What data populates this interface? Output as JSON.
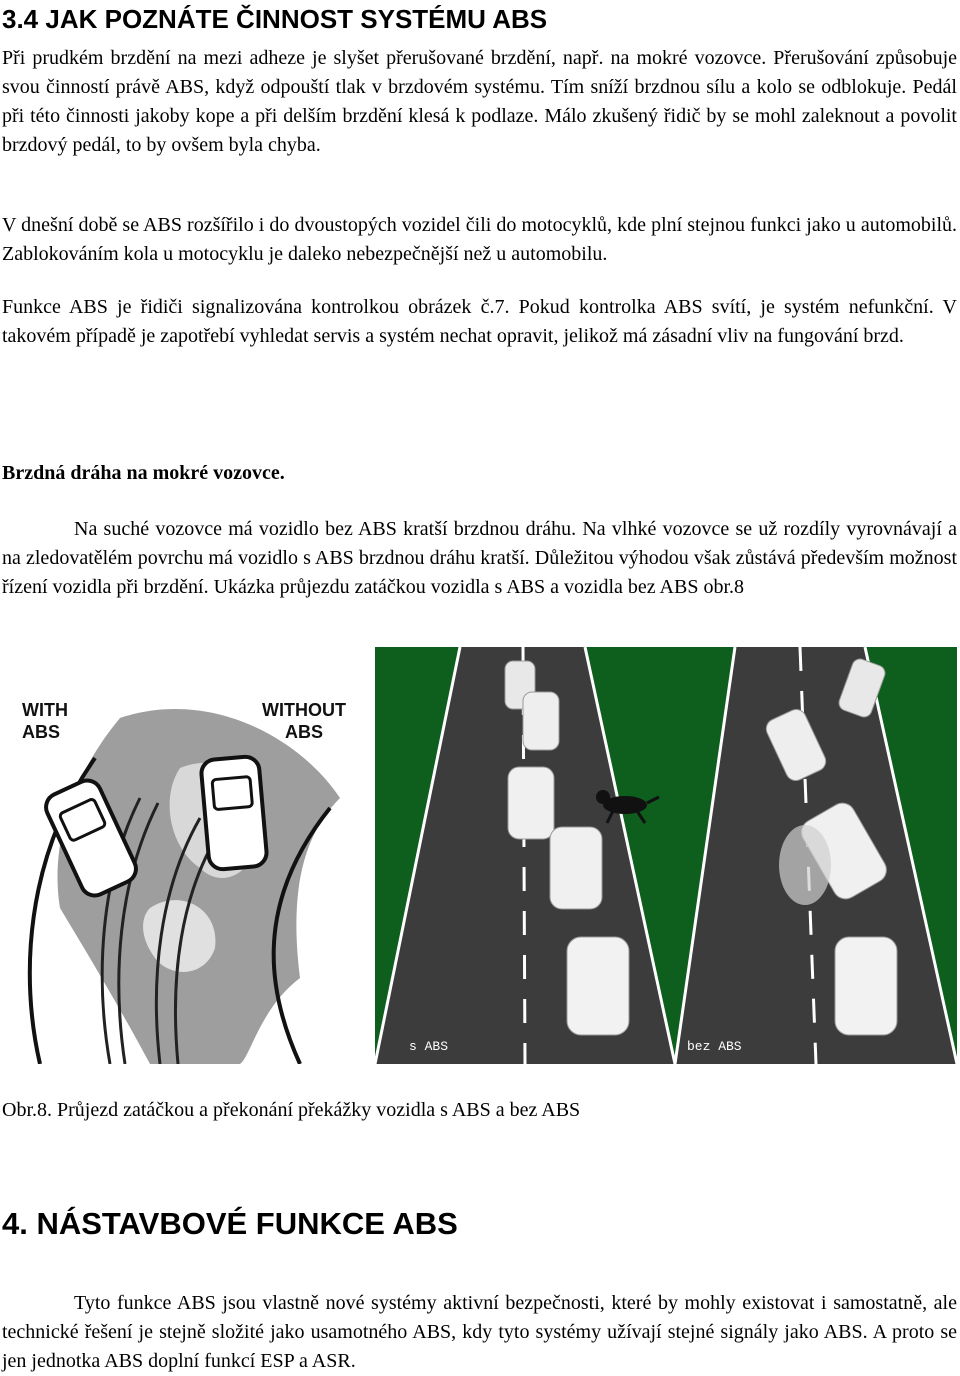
{
  "section_title": "3.4 JAK POZNÁTE ČINNOST SYSTÉMU ABS",
  "para1": "Při prudkém brzdění na mezi adheze je slyšet přerušované brzdění, např. na mokré vozovce. Přerušování způsobuje svou činností právě ABS, když odpouští tlak v brzdovém systému. Tím sníží brzdnou sílu a kolo se odblokuje. Pedál při této činnosti jakoby kope a při delším brzdění klesá k podlaze. Málo zkušený řidič by se mohl zaleknout a povolit brzdový pedál, to by ovšem byla chyba.",
  "para2": "V dnešní době se ABS rozšířilo i do dvoustopých vozidel čili do motocyklů, kde plní stejnou funkci jako u automobilů. Zablokováním kola u motocyklu je daleko nebezpečnější než u automobilu.",
  "para3": "Funkce ABS je řidiči signalizována kontrolkou obrázek č.7. Pokud kontrolka ABS svítí, je systém nefunkční. V takovém případě je zapotřebí vyhledat servis a systém nechat opravit, jelikož má zásadní vliv na fungování brzd.",
  "subheading": "Brzdná dráha na mokré vozovce.",
  "para4": "Na suché vozovce má vozidlo bez ABS kratší brzdnou dráhu. Na vlhké vozovce se už rozdíly vyrovnávají a na zledovatělém povrchu má vozidlo s ABS brzdnou dráhu kratší. Důležitou výhodou však zůstává především možnost řízení vozidla při brzdění. Ukázka průjezdu zatáčkou vozidla s ABS a vozidla bez ABS obr.8",
  "figure_left": {
    "label_with": [
      "WITH",
      "ABS"
    ],
    "label_without": [
      "WITHOUT",
      "ABS"
    ]
  },
  "figure_right": {
    "label_left": "s ABS",
    "label_right": "bez ABS"
  },
  "caption": "Obr.8. Průjezd zatáčkou a překonání překážky vozidla s ABS a bez ABS",
  "section2_title": "4. NÁSTAVBOVÉ FUNKCE ABS",
  "para5": "Tyto funkce ABS jsou vlastně nové systémy aktivní bezpečnosti, které by mohly existovat i samostatně, ale technické řešení je stejně složité jako usamotného ABS, kdy tyto systémy užívají stejné signály jako ABS. A proto se jen jednotka ABS doplní funkcí ESP a ASR."
}
